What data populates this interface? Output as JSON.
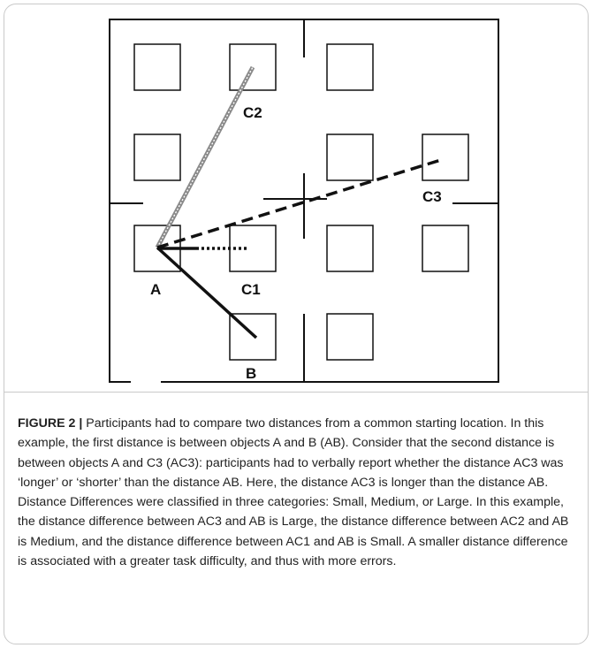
{
  "figure": {
    "labels": {
      "A": "A",
      "B": "B",
      "C1": "C1",
      "C2": "C2",
      "C3": "C3"
    },
    "caption": {
      "label": "FIGURE 2 |",
      "text": " Participants had to compare two distances from a common starting location. In this example, the first distance is between objects A and B (AB). Consider that the second distance is between objects A and C3 (AC3): participants had to verbally report whether the distance AC3 was ‘longer’ or ‘shorter’ than the distance AB. Here, the distance AC3 is longer than the distance AB. Distance Differences were classified in three categories: Small, Medium, or Large. In this example, the distance difference between AC3 and AB is Large, the distance difference between AC2 and AB is Medium, and the distance difference between AC1 and AB is Small. A smaller distance difference is associated with a greater task difficulty, and thus with more errors."
    }
  }
}
